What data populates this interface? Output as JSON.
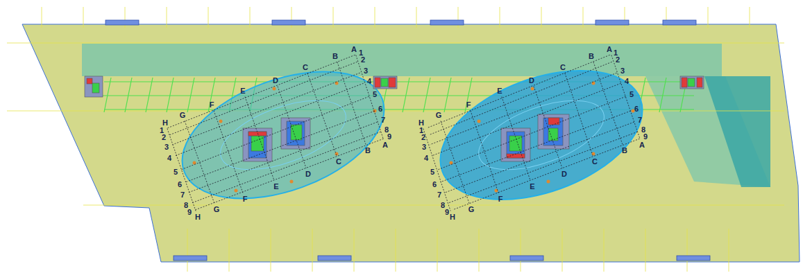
{
  "diagram": {
    "labels": [
      "A",
      "1",
      "2",
      "B",
      "C",
      "3",
      "4",
      "D",
      "5",
      "E",
      "F",
      "6",
      "G",
      "7",
      "H",
      "1",
      "8",
      "9",
      "2",
      "A",
      "3",
      "B",
      "4",
      "C",
      "5",
      "D",
      "6",
      "E",
      "7",
      "F",
      "8",
      "G",
      "9",
      "H",
      "A",
      "1",
      "2",
      "B",
      "C",
      "3",
      "4",
      "D",
      "5",
      "E",
      "F",
      "6",
      "G",
      "7",
      "H",
      "1",
      "8",
      "9",
      "2",
      "A",
      "3",
      "B",
      "4",
      "C",
      "5",
      "D",
      "6",
      "E",
      "7",
      "F",
      "8",
      "G",
      "9",
      "H"
    ]
  }
}
